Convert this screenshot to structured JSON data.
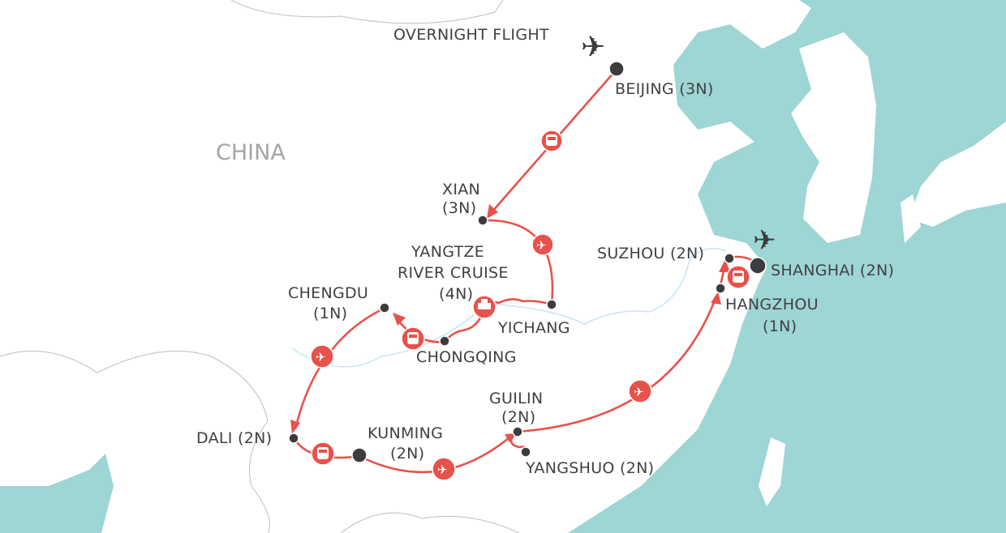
{
  "map": {
    "country_label": "CHINA",
    "colors": {
      "sea": "#9dd6d4",
      "land": "#ffffff",
      "route": "#e7524b",
      "city_dot": "#3c3c3f",
      "text": "#404044"
    },
    "labels": {
      "overnight_flight": "OVERNIGHT FLIGHT",
      "beijing": "BEIJING (3N)",
      "xian_1": "XIAN",
      "xian_2": "(3N)",
      "yangtze_1": "YANGTZE",
      "yangtze_2": "RIVER CRUISE",
      "yangtze_3": "(4N)",
      "yichang": "YICHANG",
      "chengdu_1": "CHENGDU",
      "chengdu_2": "(1N)",
      "chongqing": "CHONGQING",
      "dali": "DALI (2N)",
      "kunming_1": "KUNMING",
      "kunming_2": "(2N)",
      "guilin_1": "GUILIN",
      "guilin_2": "(2N)",
      "yangshuo": "YANGSHUO (2N)",
      "suzhou": "SUZHOU (2N)",
      "shanghai": "SHANGHAI (2N)",
      "hangzhou_1": "HANGZHOU",
      "hangzhou_2": "(1N)"
    },
    "transport_icons": [
      "plane-icon",
      "train-icon",
      "plane-icon",
      "ship-icon",
      "bus-icon",
      "plane-icon",
      "bus-icon",
      "plane-icon",
      "plane-icon",
      "bus-icon",
      "plane-icon"
    ]
  }
}
